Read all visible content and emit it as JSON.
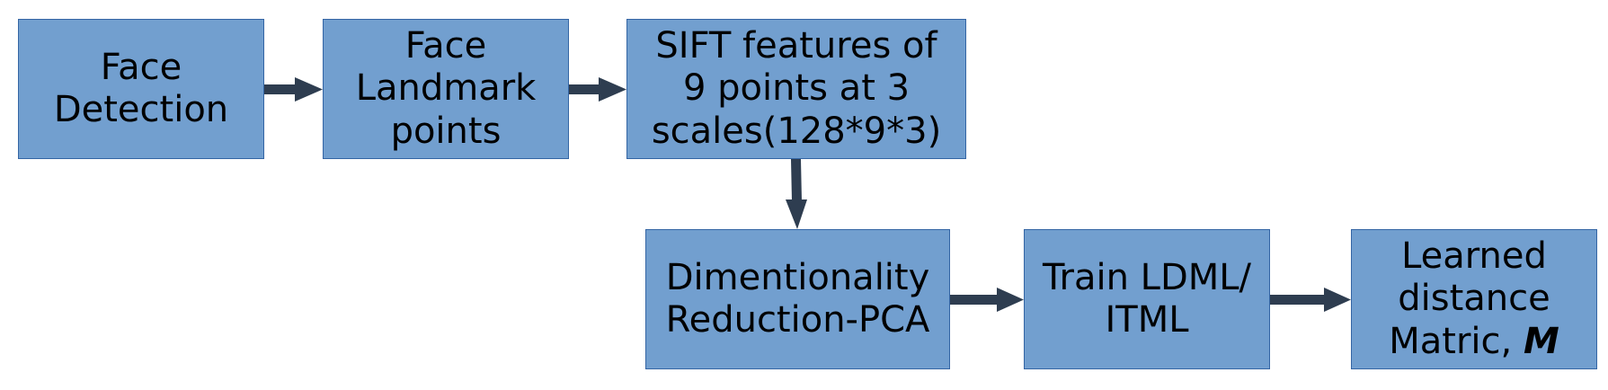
{
  "diagram": {
    "boxes": [
      {
        "id": "face-detection",
        "lines": [
          "Face",
          "Detection"
        ]
      },
      {
        "id": "face-landmark",
        "lines": [
          "Face",
          "Landmark",
          "points"
        ]
      },
      {
        "id": "sift-features",
        "lines": [
          "SIFT features of",
          "9 points at 3",
          "scales(128*9*3)"
        ]
      },
      {
        "id": "dim-reduction",
        "lines": [
          "Dimentionality",
          "Reduction-PCA"
        ]
      },
      {
        "id": "train-ldml",
        "lines": [
          "Train LDML/",
          "ITML"
        ]
      },
      {
        "id": "learned-distance",
        "lines": [
          "Learned",
          "distance",
          "Matric, "
        ],
        "symbol": "M"
      }
    ],
    "colors": {
      "box_fill": "#729fcf",
      "box_border": "#3465a4",
      "arrow": "#2e3d50",
      "text": "#000000"
    }
  }
}
